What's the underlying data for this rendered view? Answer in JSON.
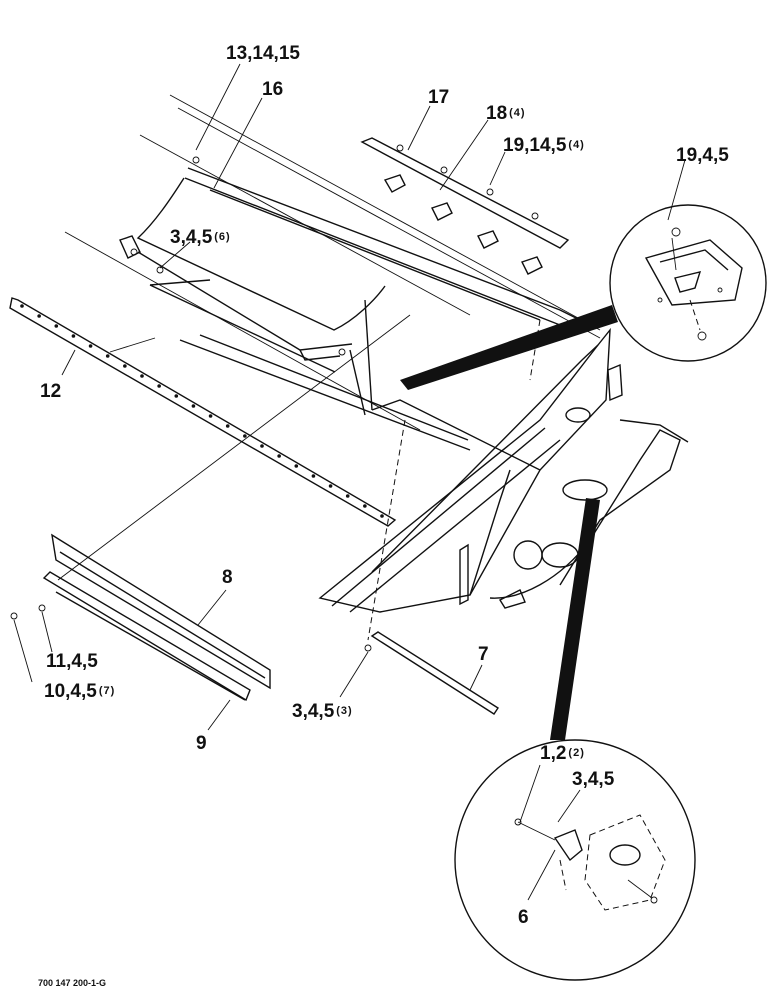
{
  "diagram": {
    "callouts": [
      {
        "id": "c-13-14-15",
        "text": "13,14,15",
        "qty": ""
      },
      {
        "id": "c-16",
        "text": "16",
        "qty": ""
      },
      {
        "id": "c-17",
        "text": "17",
        "qty": ""
      },
      {
        "id": "c-18",
        "text": "18",
        "qty": "(4)"
      },
      {
        "id": "c-19-14-5",
        "text": "19,14,5",
        "qty": "(4)"
      },
      {
        "id": "c-19-4-5",
        "text": "19,4,5",
        "qty": ""
      },
      {
        "id": "c-3-4-5-top",
        "text": "3,4,5",
        "qty": "(6)"
      },
      {
        "id": "c-12",
        "text": "12",
        "qty": ""
      },
      {
        "id": "c-8",
        "text": "8",
        "qty": ""
      },
      {
        "id": "c-7",
        "text": "7",
        "qty": ""
      },
      {
        "id": "c-11-4-5",
        "text": "11,4,5",
        "qty": ""
      },
      {
        "id": "c-10-4-5",
        "text": "10,4,5",
        "qty": "(7)"
      },
      {
        "id": "c-3-4-5-mid",
        "text": "3,4,5",
        "qty": "(3)"
      },
      {
        "id": "c-9",
        "text": "9",
        "qty": ""
      },
      {
        "id": "c-1-2",
        "text": "1,2",
        "qty": "(2)"
      },
      {
        "id": "c-3-4-5-detail",
        "text": "3,4,5",
        "qty": ""
      },
      {
        "id": "c-6",
        "text": "6",
        "qty": ""
      }
    ],
    "figure_id": "700 147 200-1-G"
  }
}
